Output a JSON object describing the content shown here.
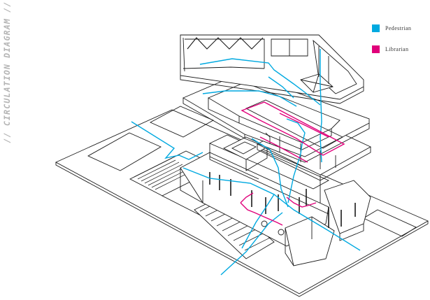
{
  "title": "// CIRCULATION DIAGRAM //",
  "legend": {
    "items": [
      {
        "label": "Pedestrian",
        "color": "#00a9e0"
      },
      {
        "label": "Librarian",
        "color": "#e0007a"
      }
    ]
  },
  "colors": {
    "pedestrian": "#00a9e0",
    "librarian": "#e0007a",
    "linework": "#1a1a1a"
  }
}
